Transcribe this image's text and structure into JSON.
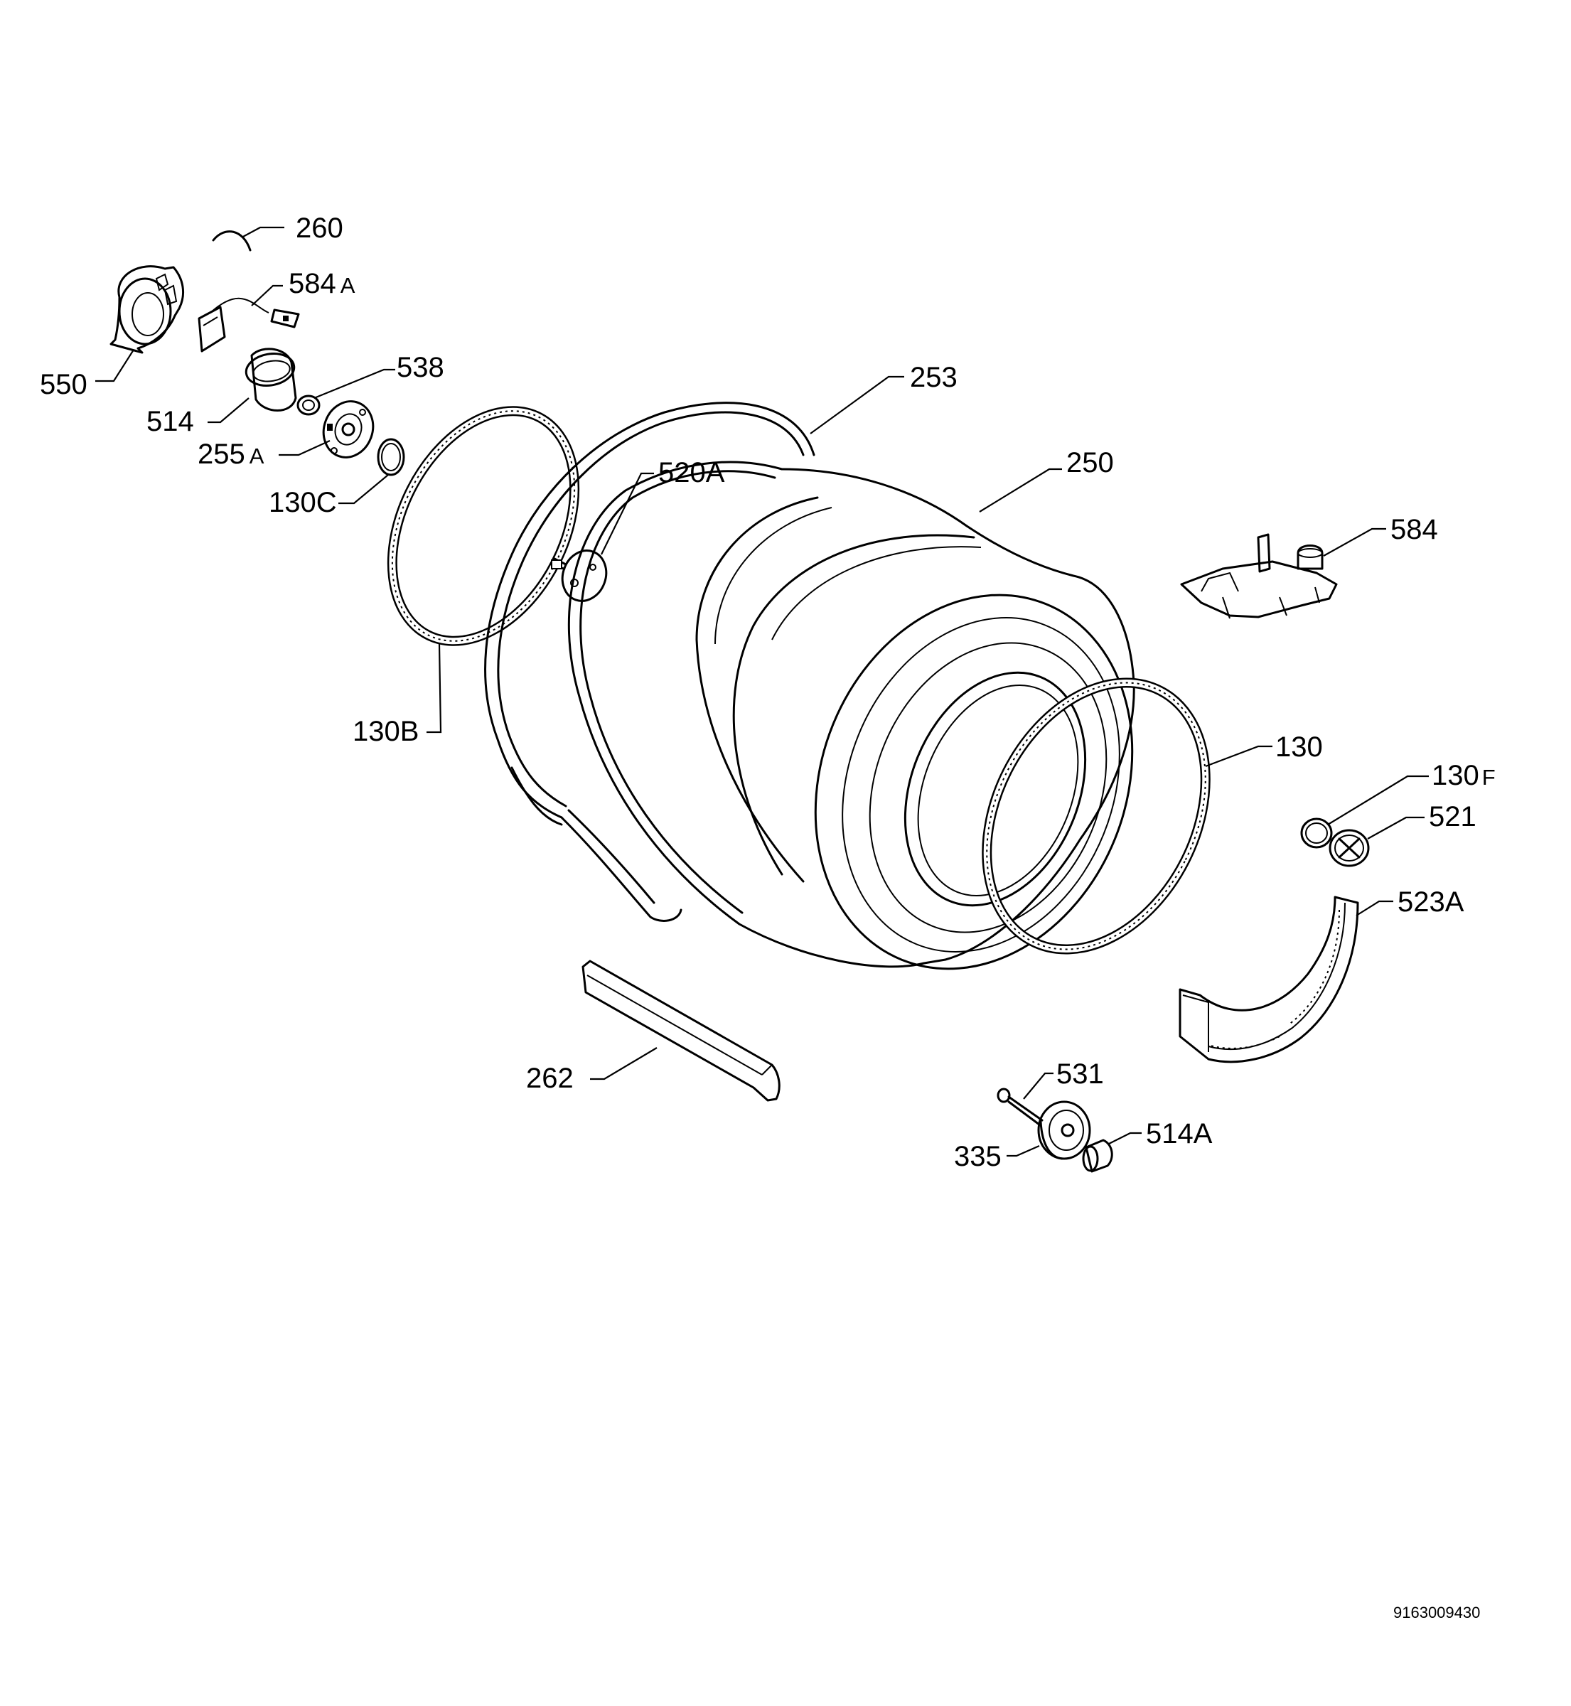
{
  "callouts": [
    {
      "id": "260",
      "main": "260",
      "suffix": ""
    },
    {
      "id": "584a",
      "main": "584",
      "suffix": "A"
    },
    {
      "id": "550",
      "main": "550",
      "suffix": ""
    },
    {
      "id": "514",
      "main": "514",
      "suffix": ""
    },
    {
      "id": "538",
      "main": "538",
      "suffix": ""
    },
    {
      "id": "255a",
      "main": "255",
      "suffix": "A"
    },
    {
      "id": "130c",
      "main": "130C",
      "suffix": ""
    },
    {
      "id": "253",
      "main": "253",
      "suffix": ""
    },
    {
      "id": "520a",
      "main": "520A",
      "suffix": ""
    },
    {
      "id": "250",
      "main": "250",
      "suffix": ""
    },
    {
      "id": "584",
      "main": "584",
      "suffix": ""
    },
    {
      "id": "130b",
      "main": "130B",
      "suffix": ""
    },
    {
      "id": "130",
      "main": "130",
      "suffix": ""
    },
    {
      "id": "130f",
      "main": "130",
      "suffix": "F"
    },
    {
      "id": "521",
      "main": "521",
      "suffix": ""
    },
    {
      "id": "523a",
      "main": "523A",
      "suffix": ""
    },
    {
      "id": "262",
      "main": "262",
      "suffix": ""
    },
    {
      "id": "531",
      "main": "531",
      "suffix": ""
    },
    {
      "id": "514a",
      "main": "514A",
      "suffix": ""
    },
    {
      "id": "335",
      "main": "335",
      "suffix": ""
    }
  ],
  "document_number": "9163009430"
}
